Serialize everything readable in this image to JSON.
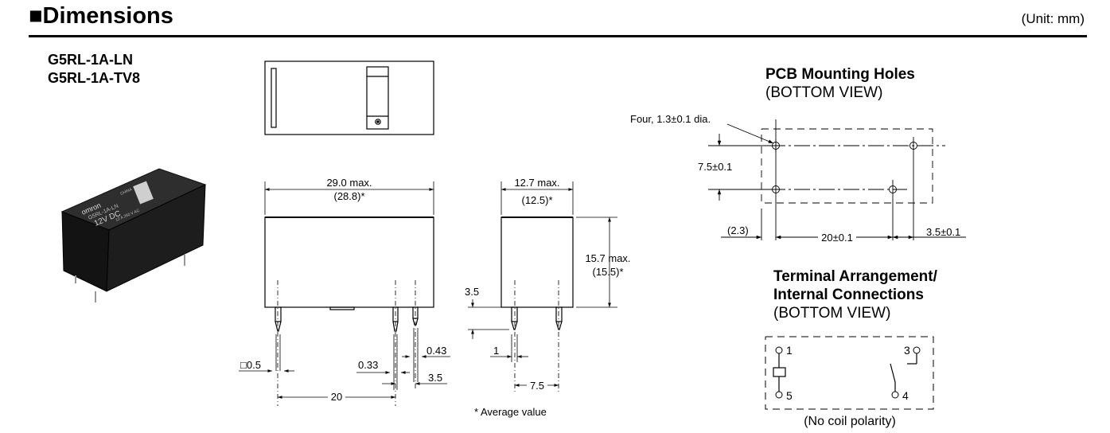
{
  "header": {
    "title": "■Dimensions",
    "unit": "(Unit: mm)"
  },
  "models": [
    "G5RL-1A-LN",
    "G5RL-1A-TV8"
  ],
  "relay_photo": {
    "brand": "omron",
    "line1": "G5RL-1A-LN",
    "line2": "12V DC",
    "line3": "12 A 250 V AC",
    "origin": "CHINA"
  },
  "front_view": {
    "width_max": "29.0 max.",
    "width_avg": "(28.8)*",
    "pin_square": "□0.5",
    "pin_thin": "0.33",
    "pin_thick": "0.43",
    "pin_offset": "3.5",
    "pitch": "20"
  },
  "side_view": {
    "width_max": "12.7 max.",
    "width_avg": "(12.5)*",
    "height_max": "15.7 max.",
    "height_avg": "(15.5)*",
    "pin_length": "3.5",
    "pin_offset": "1",
    "pitch": "7.5"
  },
  "footnote": "* Average value",
  "pcb": {
    "title": "PCB Mounting Holes",
    "subtitle": "(BOTTOM VIEW)",
    "holes_label": "Four, 1.3±0.1 dia.",
    "row_pitch": "7.5±0.1",
    "left_offset": "(2.3)",
    "col_pitch": "20±0.1",
    "right_offset": "3.5±0.1"
  },
  "terminal": {
    "title_line1": "Terminal Arrangement/",
    "title_line2": "Internal Connections",
    "subtitle": "(BOTTOM VIEW)",
    "t1": "1",
    "t3": "3",
    "t4": "4",
    "t5": "5",
    "note": "(No coil polarity)"
  }
}
